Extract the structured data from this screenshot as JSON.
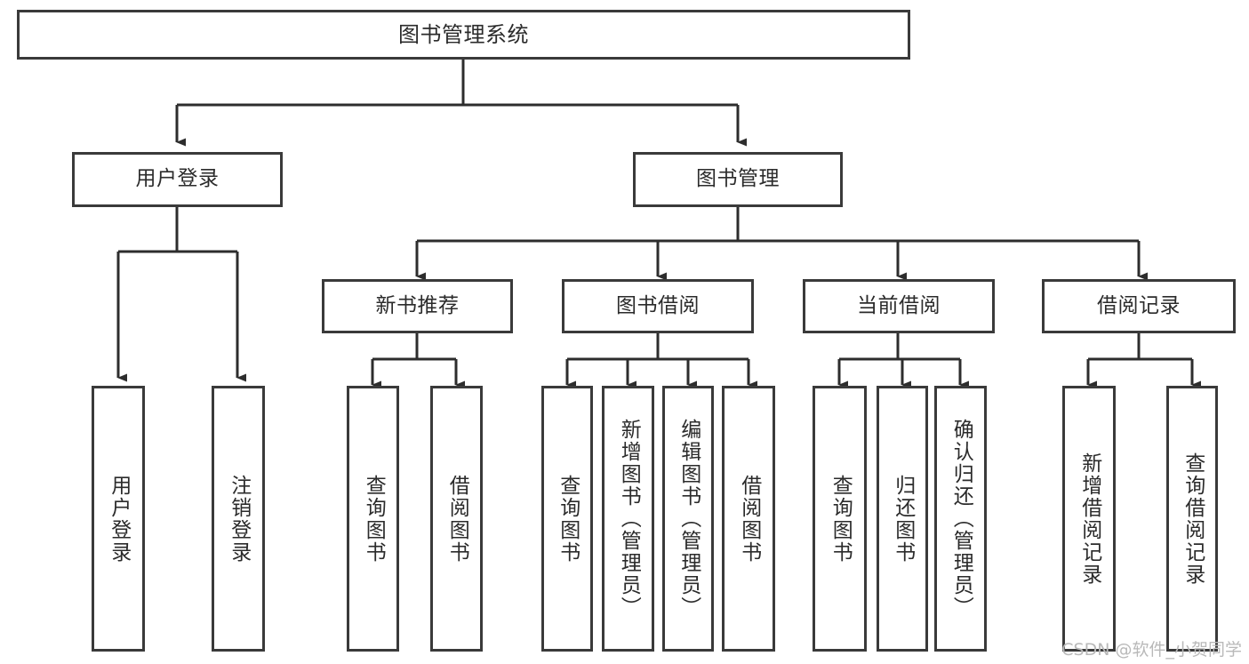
{
  "diagram": {
    "title": "图书管理系统",
    "type": "tree-hierarchy",
    "watermark": "CSDN @软件_小贺同学",
    "colors": {
      "box_border": "#3a3a3a",
      "box_fill": "#ffffff",
      "edge": "#2d2d2d",
      "text": "#2b2b2b",
      "watermark": "#b9b9b9",
      "background": "#ffffff"
    },
    "root": {
      "label": "图书管理系统"
    },
    "level1": [
      {
        "label": "用户登录"
      },
      {
        "label": "图书管理"
      }
    ],
    "level2": [
      {
        "label": "新书推荐"
      },
      {
        "label": "图书借阅"
      },
      {
        "label": "当前借阅"
      },
      {
        "label": "借阅记录"
      }
    ],
    "leaves": {
      "user_login": [
        {
          "label": "用户登录"
        },
        {
          "label": "注销登录"
        }
      ],
      "new_book_recommend": [
        {
          "label": "查询图书"
        },
        {
          "label": "借阅图书"
        }
      ],
      "book_borrow": [
        {
          "label": "查询图书"
        },
        {
          "label": "新增图书（管理员）"
        },
        {
          "label": "编辑图书（管理员）"
        },
        {
          "label": "借阅图书"
        }
      ],
      "current_borrow": [
        {
          "label": "查询图书"
        },
        {
          "label": "归还图书"
        },
        {
          "label": "确认归还（管理员）"
        }
      ],
      "borrow_record": [
        {
          "label": "新增借阅记录"
        },
        {
          "label": "查询借阅记录"
        }
      ]
    }
  }
}
